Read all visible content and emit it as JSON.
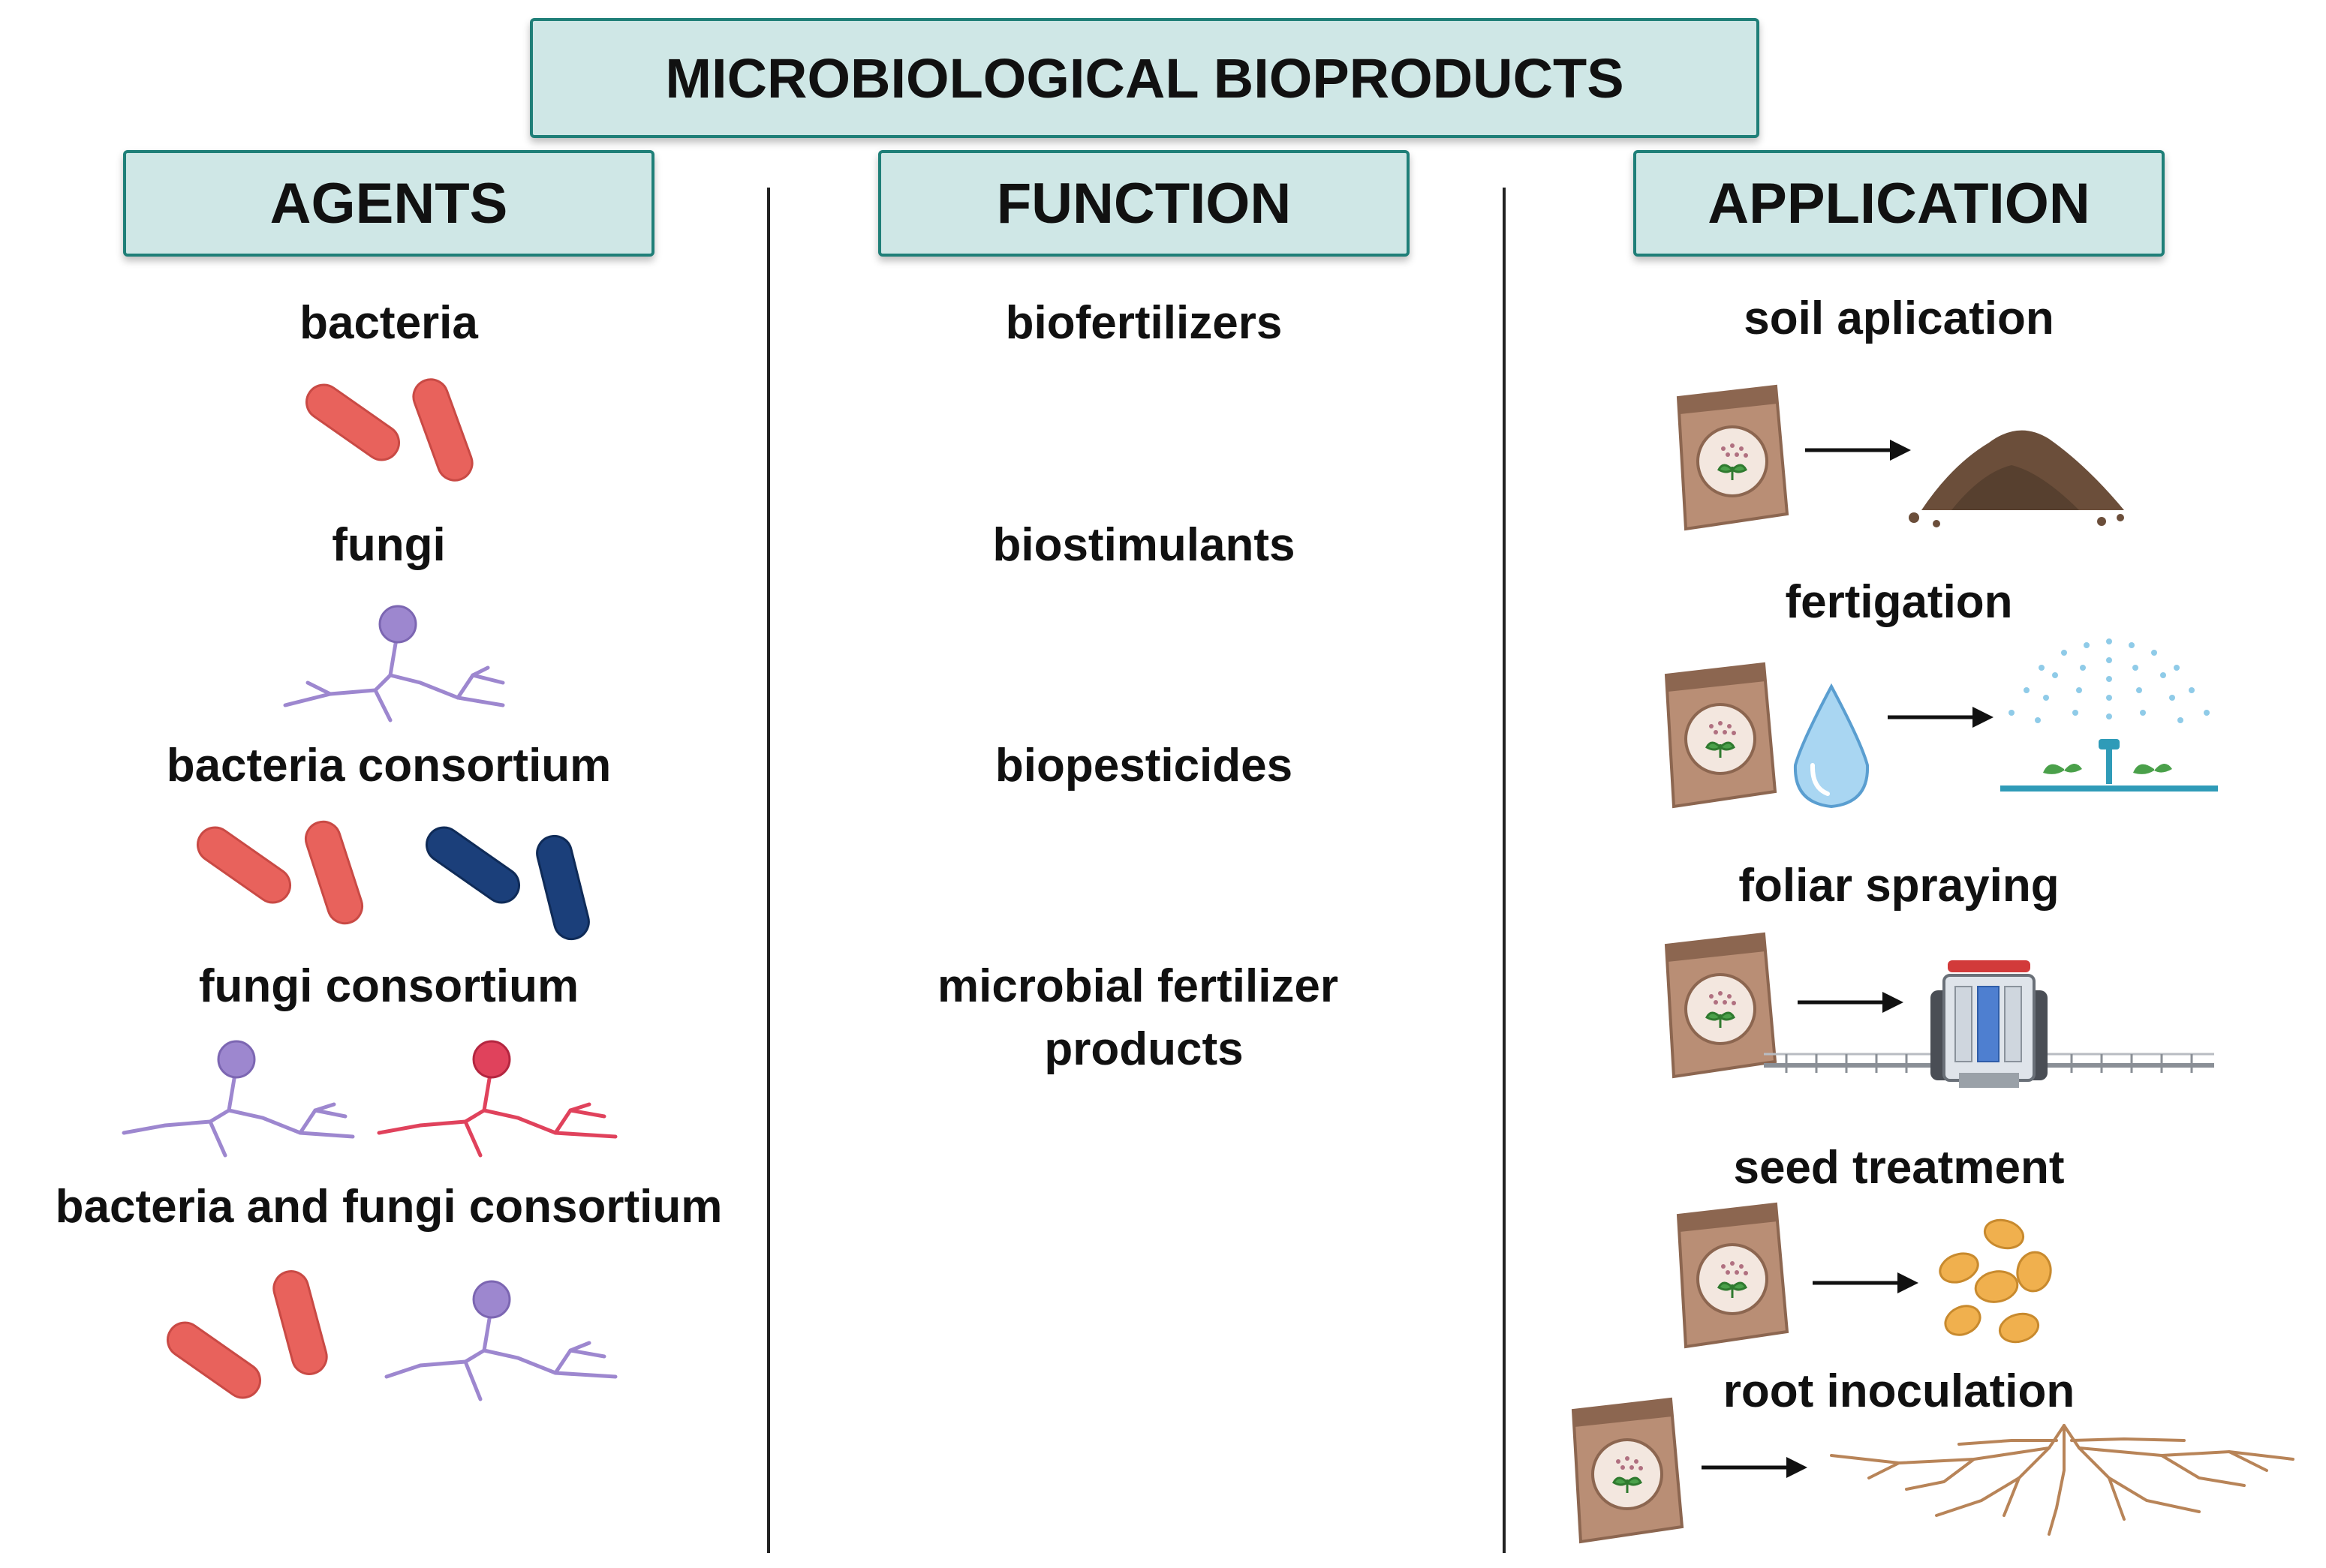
{
  "title": "MICROBIOLOGICAL BIOPRODUCTS",
  "columns": {
    "agents": {
      "header": "AGENTS",
      "items": [
        "bacteria",
        "fungi",
        "bacteria consortium",
        "fungi consortium",
        "bacteria and fungi consortium"
      ]
    },
    "function": {
      "header": "FUNCTION",
      "items": [
        "biofertilizers",
        "biostimulants",
        "biopesticides",
        "microbial fertilizer",
        "products"
      ]
    },
    "application": {
      "header": "APPLICATION",
      "items": [
        "soil aplication",
        "fertigation",
        "foliar spraying",
        "seed treatment",
        "root  inoculation"
      ]
    }
  },
  "colors": {
    "header_fill": "#cfe7e6",
    "header_border": "#1f7f78",
    "bacteria_red": "#e8625c",
    "bacteria_blue": "#1b3f7a",
    "fungi_purple": "#9d87cf",
    "fungi_red": "#e0425c"
  },
  "icons": [
    "bacteria-icon",
    "fungi-icon",
    "fertilizer-bag-icon",
    "arrow-icon",
    "soil-pile-icon",
    "water-drop-icon",
    "sprinkler-icon",
    "tractor-sprayer-icon",
    "seeds-icon",
    "roots-icon"
  ]
}
